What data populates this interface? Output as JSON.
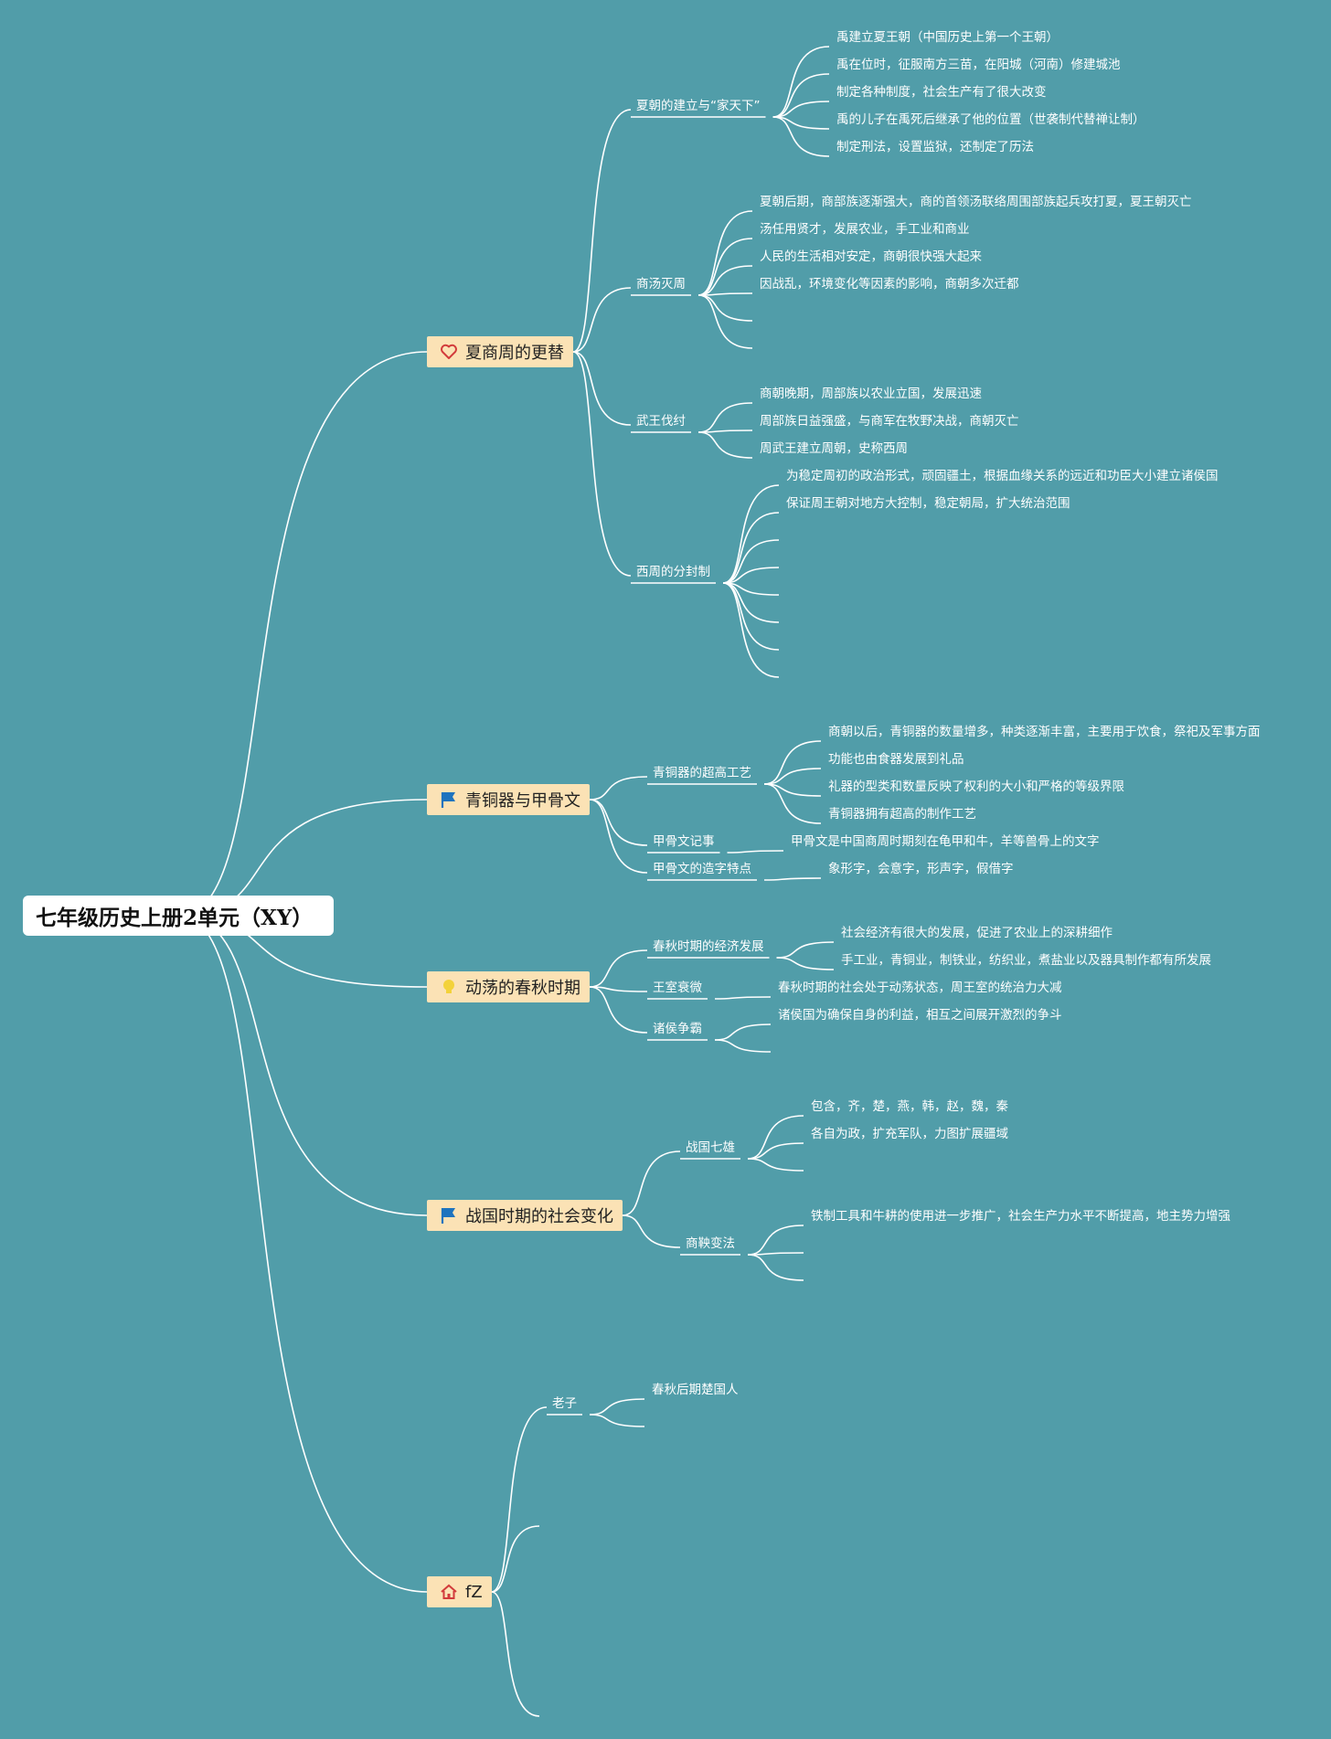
{
  "colors": {
    "background": "#519da9",
    "topic_fill": "#fbe2b5",
    "line": "#ffffff"
  },
  "root": {
    "title": "七年级历史上册2单元（XY）"
  },
  "topics": [
    {
      "label": "夏商周的更替",
      "icon": "heart-icon",
      "branches": [
        {
          "label": "夏朝的建立与“家天下”",
          "notes": [
            "禹建立夏王朝（中国历史上第一个王朝）",
            "禹在位时，征服南方三苗，在阳城（河南）修建城池",
            "制定各种制度，社会生产有了很大改变",
            "禹的儿子在禹死后继承了他的位置（世袭制代替禅让制）",
            "制定刑法，设置监狱，还制定了历法"
          ]
        },
        {
          "label": "商汤灭周",
          "notes": [
            "夏朝后期，商部族逐渐强大，商的首领汤联络周围部族起兵攻打夏，夏王朝灭亡",
            "汤任用贤才，发展农业，手工业和商业",
            "人民的生活相对安定，商朝很快强大起来",
            "因战乱，环境变化等因素的影响，商朝多次迁都"
          ]
        },
        {
          "label": "武王伐纣",
          "notes": [
            "商朝晚期，周部族以农业立国，发展迅速",
            "周部族日益强盛，与商军在牧野决战，商朝灭亡",
            "周武王建立周朝，史称西周"
          ]
        },
        {
          "label": "西周的分封制",
          "notes": [
            "为稳定周初的政治形式，顽固疆土，根据血缘关系的远近和功臣大小建立诸侯国",
            "保证周王朝对地方大控制，稳定朝局，扩大统治范围"
          ]
        }
      ]
    },
    {
      "label": "青铜器与甲骨文",
      "icon": "flag-icon",
      "branches": [
        {
          "label": "青铜器的超高工艺",
          "notes": [
            "商朝以后，青铜器的数量增多，种类逐渐丰富，主要用于饮食，祭祀及军事方面",
            "功能也由食器发展到礼品",
            "礼器的型类和数量反映了权利的大小和严格的等级界限",
            "青铜器拥有超高的制作工艺"
          ]
        },
        {
          "label": "甲骨文记事",
          "notes": [
            "甲骨文是中国商周时期刻在龟甲和牛，羊等兽骨上的文字"
          ]
        },
        {
          "label": "甲骨文的造字特点",
          "notes": [
            "象形字，会意字，形声字，假借字"
          ]
        }
      ]
    },
    {
      "label": "动荡的春秋时期",
      "icon": "lightbulb-icon",
      "branches": [
        {
          "label": "春秋时期的经济发展",
          "notes": [
            "社会经济有很大的发展，促进了农业上的深耕细作",
            "手工业，青铜业，制铁业，纺织业，煮盐业以及器具制作都有所发展"
          ]
        },
        {
          "label": "王室衰微",
          "notes": [
            "春秋时期的社会处于动荡状态，周王室的统治力大减"
          ]
        },
        {
          "label": "诸侯争霸",
          "notes": [
            "诸侯国为确保自身的利益，相互之间展开激烈的争斗"
          ]
        }
      ]
    },
    {
      "label": "战国时期的社会变化",
      "icon": "flag-icon",
      "branches": [
        {
          "label": "战国七雄",
          "notes": [
            "包含，齐，楚，燕，韩，赵，魏，秦",
            "各自为政，扩充军队，力图扩展疆域"
          ]
        },
        {
          "label": "商鞅变法",
          "notes": [
            "铁制工具和牛耕的使用进一步推广，社会生产力水平不断提高，地主势力增强"
          ]
        }
      ]
    },
    {
      "label": "fZ",
      "icon": "home-icon",
      "branches": [
        {
          "label": "老子",
          "notes": [
            "春秋后期楚国人"
          ]
        }
      ]
    }
  ]
}
